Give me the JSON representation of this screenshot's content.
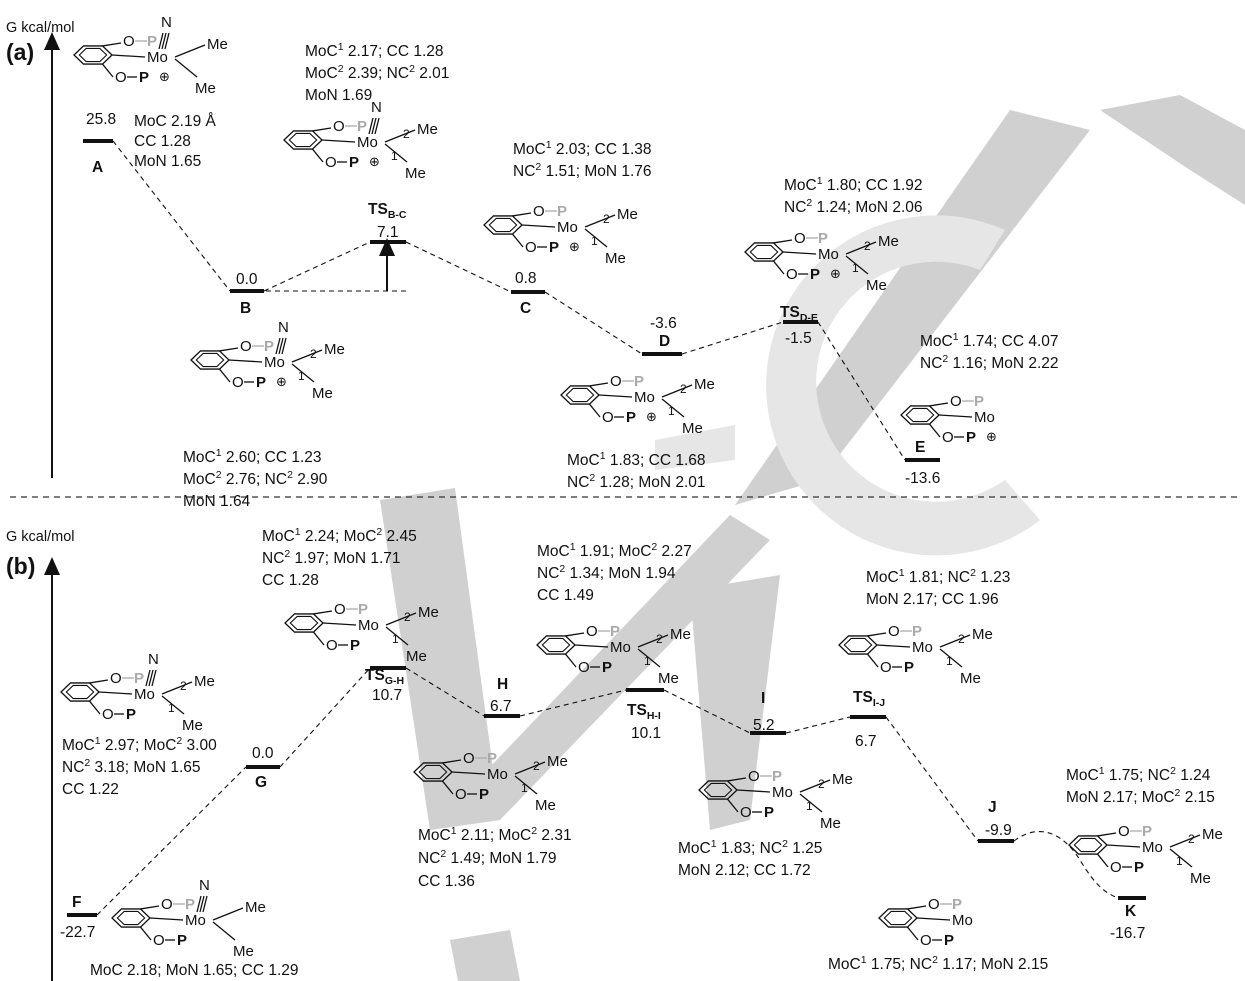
{
  "panels": [
    {
      "label": "(a)",
      "axis": "G kcal/mol"
    },
    {
      "label": "(b)",
      "axis": "G kcal/mol"
    }
  ],
  "states": [
    {
      "id": "A",
      "energy": "25.8",
      "name": "A",
      "sub": ""
    },
    {
      "id": "B",
      "energy": "0.0",
      "name": "B",
      "sub": ""
    },
    {
      "id": "TSBC",
      "energy": "7.1",
      "name": "TS",
      "sub": "B-C"
    },
    {
      "id": "C",
      "energy": "0.8",
      "name": "C",
      "sub": ""
    },
    {
      "id": "D",
      "energy": "-3.6",
      "name": "D",
      "sub": ""
    },
    {
      "id": "TSDE",
      "energy": "-1.5",
      "name": "TS",
      "sub": "D-E"
    },
    {
      "id": "E",
      "energy": "-13.6",
      "name": "E",
      "sub": ""
    },
    {
      "id": "F",
      "energy": "-22.7",
      "name": "F",
      "sub": ""
    },
    {
      "id": "G",
      "energy": "0.0",
      "name": "G",
      "sub": ""
    },
    {
      "id": "TSGH",
      "energy": "10.7",
      "name": "TS",
      "sub": "G-H"
    },
    {
      "id": "H",
      "energy": "6.7",
      "name": "H",
      "sub": ""
    },
    {
      "id": "TSHI",
      "energy": "10.1",
      "name": "TS",
      "sub": "H-I"
    },
    {
      "id": "I",
      "energy": "5.2",
      "name": "I",
      "sub": ""
    },
    {
      "id": "TSIJ",
      "energy": "6.7",
      "name": "TS",
      "sub": "I-J"
    },
    {
      "id": "J",
      "energy": "-9.9",
      "name": "J",
      "sub": ""
    },
    {
      "id": "K",
      "energy": "-16.7",
      "name": "K",
      "sub": ""
    }
  ],
  "annotations": [
    {
      "id": "A",
      "lines": [
        [
          "MoC 2.19 Å"
        ],
        [
          "CC 1.28"
        ],
        [
          "MoN 1.65"
        ]
      ]
    },
    {
      "id": "B",
      "lines": [
        [
          "MoC",
          "1",
          " 2.60; CC 1.23"
        ],
        [
          "MoC",
          "2",
          " 2.76; NC",
          "2",
          " 2.90"
        ],
        [
          "MoN 1.64"
        ]
      ]
    },
    {
      "id": "TSBC",
      "lines": [
        [
          "MoC",
          "1",
          " 2.17; CC 1.28"
        ],
        [
          "MoC",
          "2",
          " 2.39; NC",
          "2",
          " 2.01"
        ],
        [
          "MoN 1.69"
        ]
      ]
    },
    {
      "id": "C",
      "lines": [
        [
          "MoC",
          "1",
          " 2.03; CC 1.38"
        ],
        [
          "NC",
          "2",
          " 1.51; MoN 1.76"
        ]
      ]
    },
    {
      "id": "D",
      "lines": [
        [
          "MoC",
          "1",
          " 1.83; CC 1.68"
        ],
        [
          "NC",
          "2",
          " 1.28; MoN 2.01"
        ]
      ]
    },
    {
      "id": "TSDE",
      "lines": [
        [
          "MoC",
          "1",
          " 1.80; CC 1.92"
        ],
        [
          "NC",
          "2",
          " 1.24; MoN 2.06"
        ]
      ]
    },
    {
      "id": "E",
      "lines": [
        [
          "MoC",
          "1",
          " 1.74; CC 4.07"
        ],
        [
          "NC",
          "2",
          " 1.16; MoN 2.22"
        ]
      ]
    },
    {
      "id": "G",
      "lines": [
        [
          "MoC",
          "1",
          " 2.97; MoC",
          "2",
          " 3.00"
        ],
        [
          "NC",
          "2",
          " 3.18; MoN 1.65"
        ],
        [
          "CC 1.22"
        ]
      ]
    },
    {
      "id": "TSGH",
      "lines": [
        [
          "MoC",
          "1",
          " 2.24; MoC",
          "2",
          " 2.45"
        ],
        [
          "NC",
          "2",
          " 1.97; MoN 1.71"
        ],
        [
          "CC 1.28"
        ]
      ]
    },
    {
      "id": "H",
      "lines": [
        [
          "MoC",
          "1",
          " 2.11; MoC",
          "2",
          " 2.31"
        ],
        [
          "NC",
          "2",
          " 1.49; MoN 1.79"
        ],
        [
          "CC 1.36"
        ]
      ]
    },
    {
      "id": "TSHI",
      "lines": [
        [
          "MoC",
          "1",
          " 1.91; MoC",
          "2",
          " 2.27"
        ],
        [
          "NC",
          "2",
          " 1.34; MoN 1.94"
        ],
        [
          "CC 1.49"
        ]
      ]
    },
    {
      "id": "I",
      "lines": [
        [
          "MoC",
          "1",
          " 1.83; NC",
          "2",
          " 1.25"
        ],
        [
          "MoN 2.12; CC 1.72"
        ]
      ]
    },
    {
      "id": "TSIJ",
      "lines": [
        [
          "MoC",
          "1",
          " 1.81; NC",
          "2",
          " 1.23"
        ],
        [
          "MoN 2.17; CC 1.96"
        ]
      ]
    },
    {
      "id": "J",
      "lines": [
        [
          "MoC",
          "1",
          " 1.75; NC",
          "2",
          " 1.17; MoN 2.15"
        ]
      ]
    },
    {
      "id": "K",
      "lines": [
        [
          "MoC",
          "1",
          " 1.75; NC",
          "2",
          " 1.24"
        ],
        [
          "MoN 2.17; MoC",
          "2",
          " 2.15"
        ]
      ]
    },
    {
      "id": "F",
      "lines": [
        [
          "MoC 2.18; MoN 1.65; CC 1.29"
        ]
      ]
    }
  ],
  "atoms": {
    "metal": "Mo",
    "n": "N",
    "o": "O",
    "p": "P",
    "me": "Me",
    "c1": "1",
    "c2": "2",
    "plus": "⊕"
  },
  "watermark": {
    "color": "#c8c8c8",
    "color_light": "#dedede"
  }
}
